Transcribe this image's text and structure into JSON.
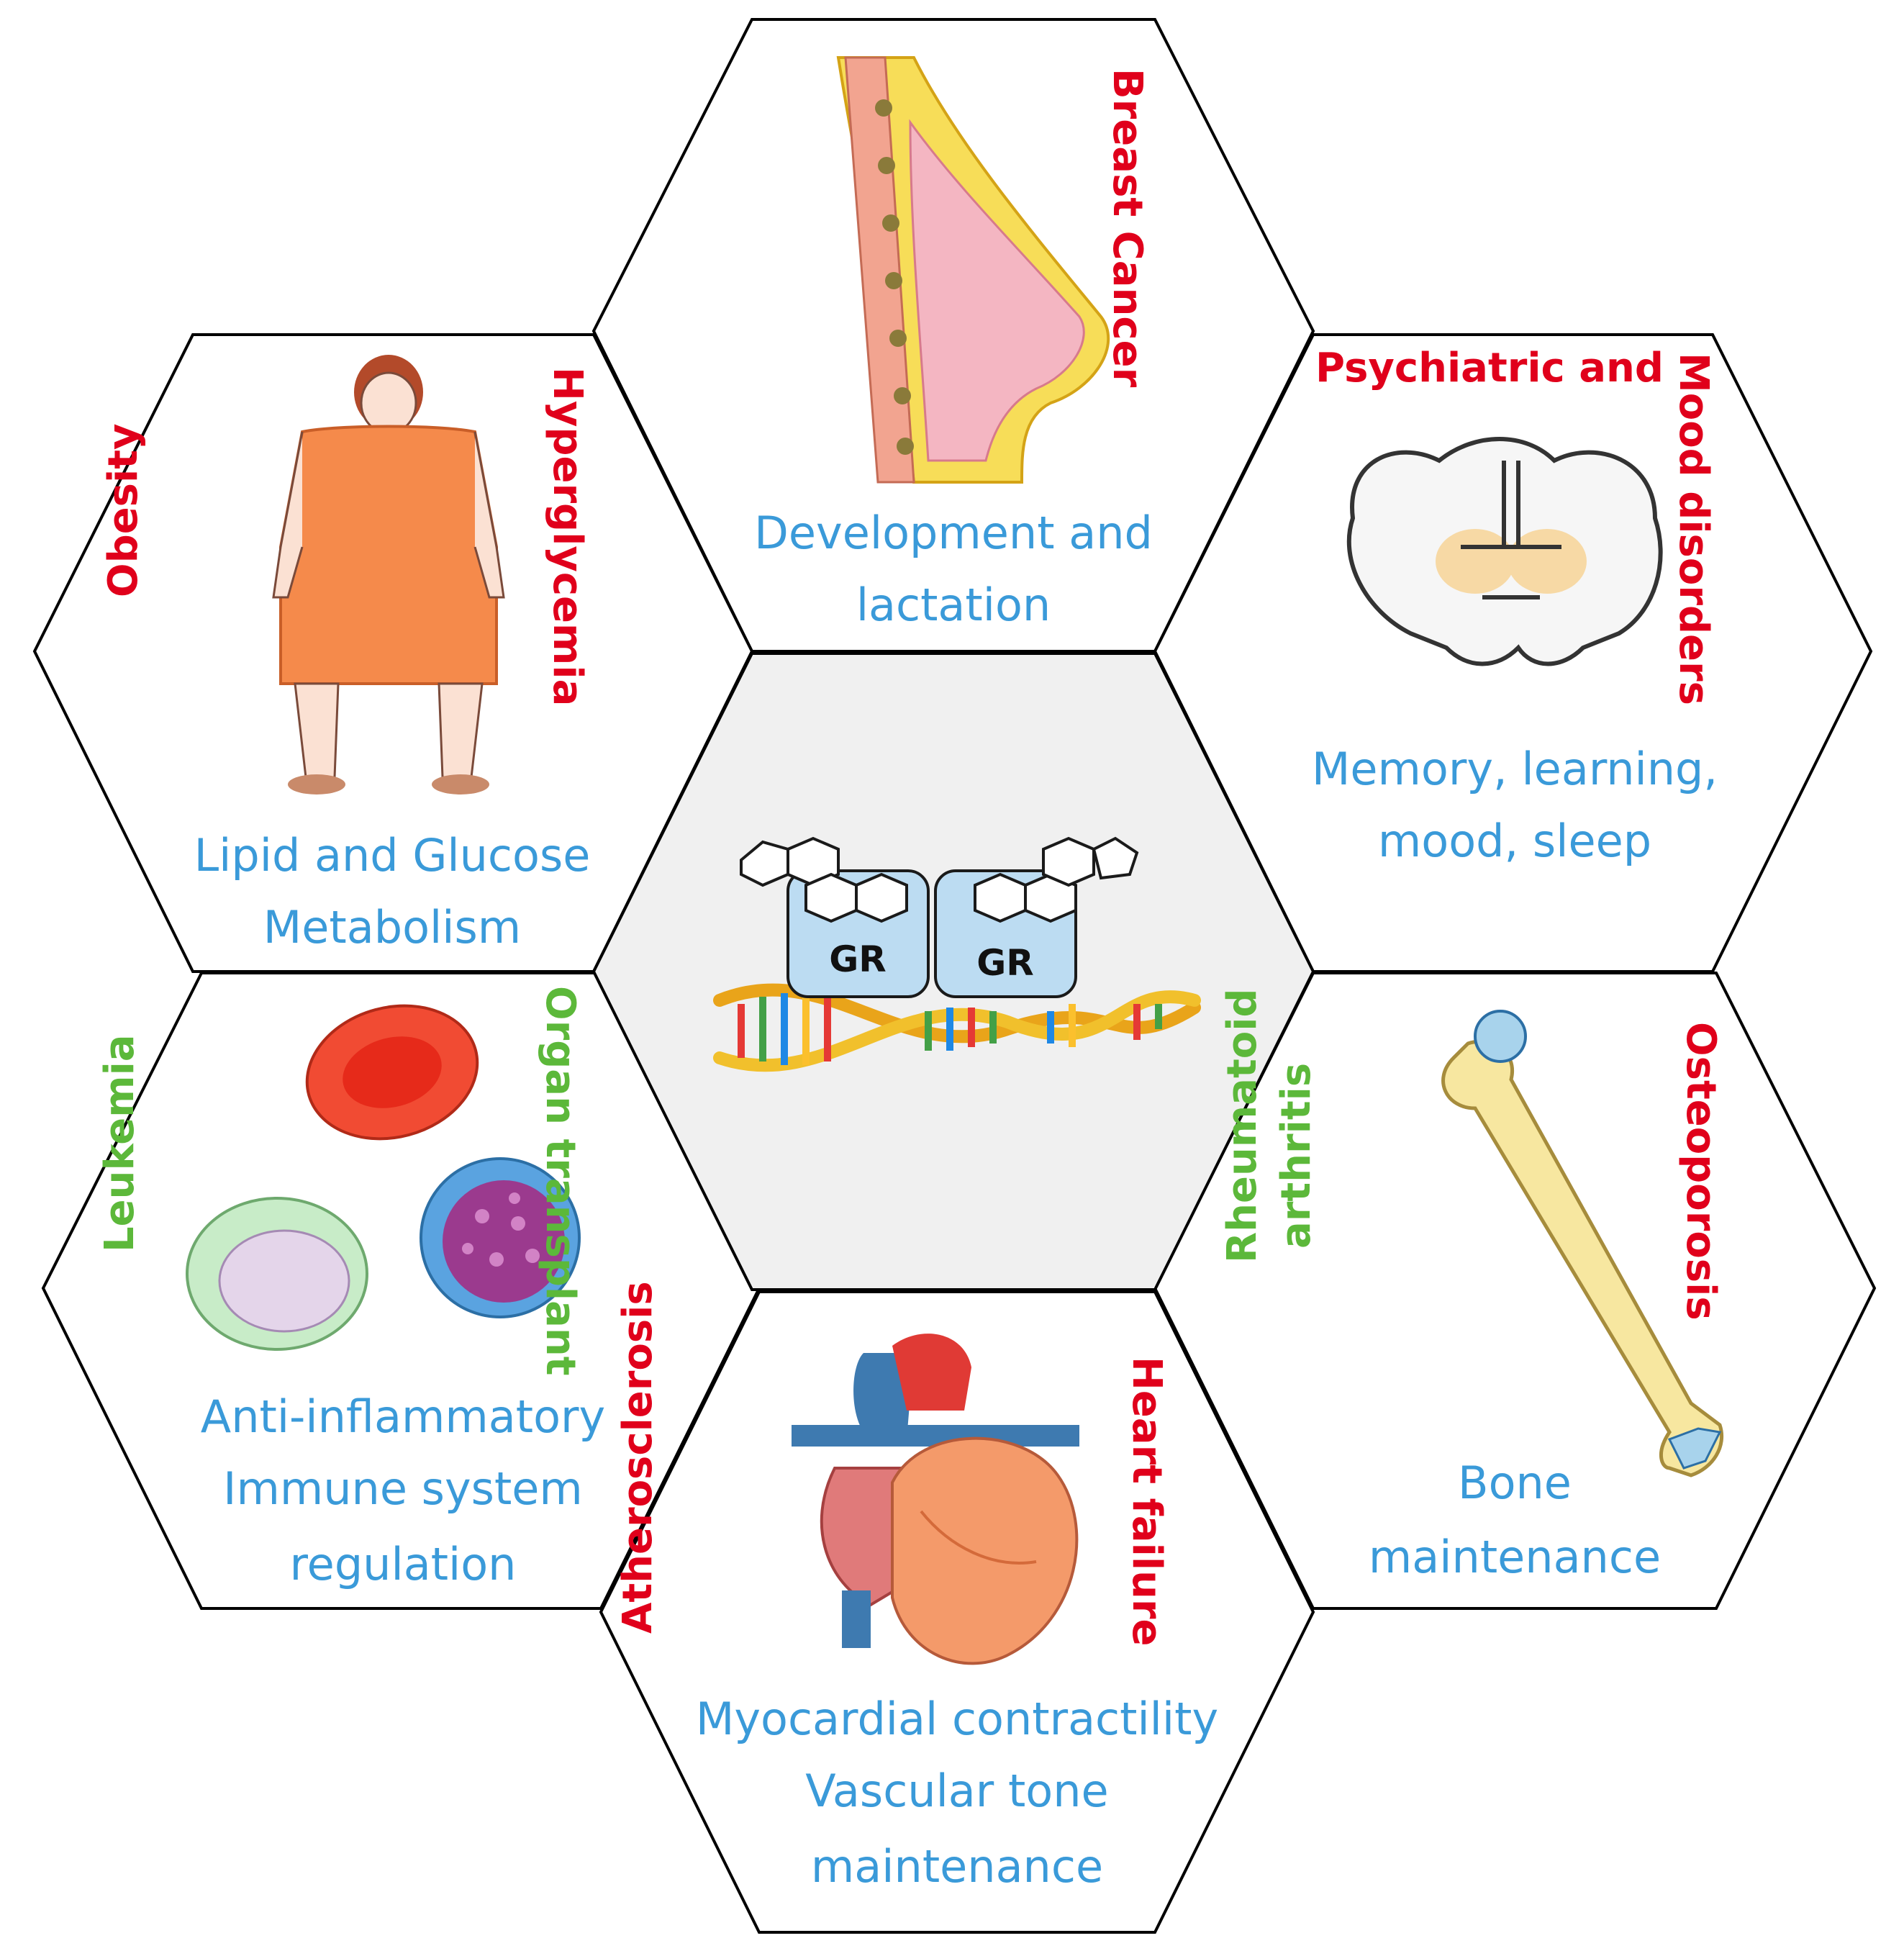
{
  "colors": {
    "function_text": "#3a9ad9",
    "disease_red": "#e0001b",
    "disease_green": "#5cb83a",
    "center_fill": "#f0f0f0",
    "receptor_fill": "#bcdcf2"
  },
  "center": {
    "receptor_1": "GR",
    "receptor_2": "GR",
    "icons": [
      "steroid-molecule-icon",
      "gr-receptor-icon",
      "dna-helix-icon"
    ]
  },
  "hexagons": {
    "top": {
      "icon": "breast-icon",
      "disease_1": "Breast Cancer",
      "function_line_1": "Development and",
      "function_line_2": "lactation"
    },
    "upper_left": {
      "icon": "obese-woman-icon",
      "disease_1": "Obesity",
      "disease_2": "Hyperglycemia",
      "function_line_1": "Lipid and Glucose",
      "function_line_2": "Metabolism"
    },
    "upper_right": {
      "icon": "brain-icon",
      "disease_1": "Psychiatric and",
      "disease_2": "Mood disorders",
      "function_line_1": "Memory, learning,",
      "function_line_2": "mood, sleep"
    },
    "lower_left": {
      "icon": "blood-cells-icon",
      "disease_1": "Leukemia",
      "disease_2": "Organ transplant",
      "function_line_1": "Anti-inflammatory",
      "function_line_2": "Immune system",
      "function_line_3": "regulation"
    },
    "lower_right": {
      "icon": "bone-icon",
      "disease_1": "Rheumatoid",
      "disease_1b": "arthritis",
      "disease_2": "Osteoporosis",
      "function_line_1": "Bone",
      "function_line_2": "maintenance"
    },
    "bottom": {
      "icon": "heart-icon",
      "disease_1": "Atherosclerosis",
      "disease_2": "Heart failure",
      "function_line_1": "Myocardial contractility",
      "function_line_2": "Vascular tone",
      "function_line_3": "maintenance"
    }
  }
}
